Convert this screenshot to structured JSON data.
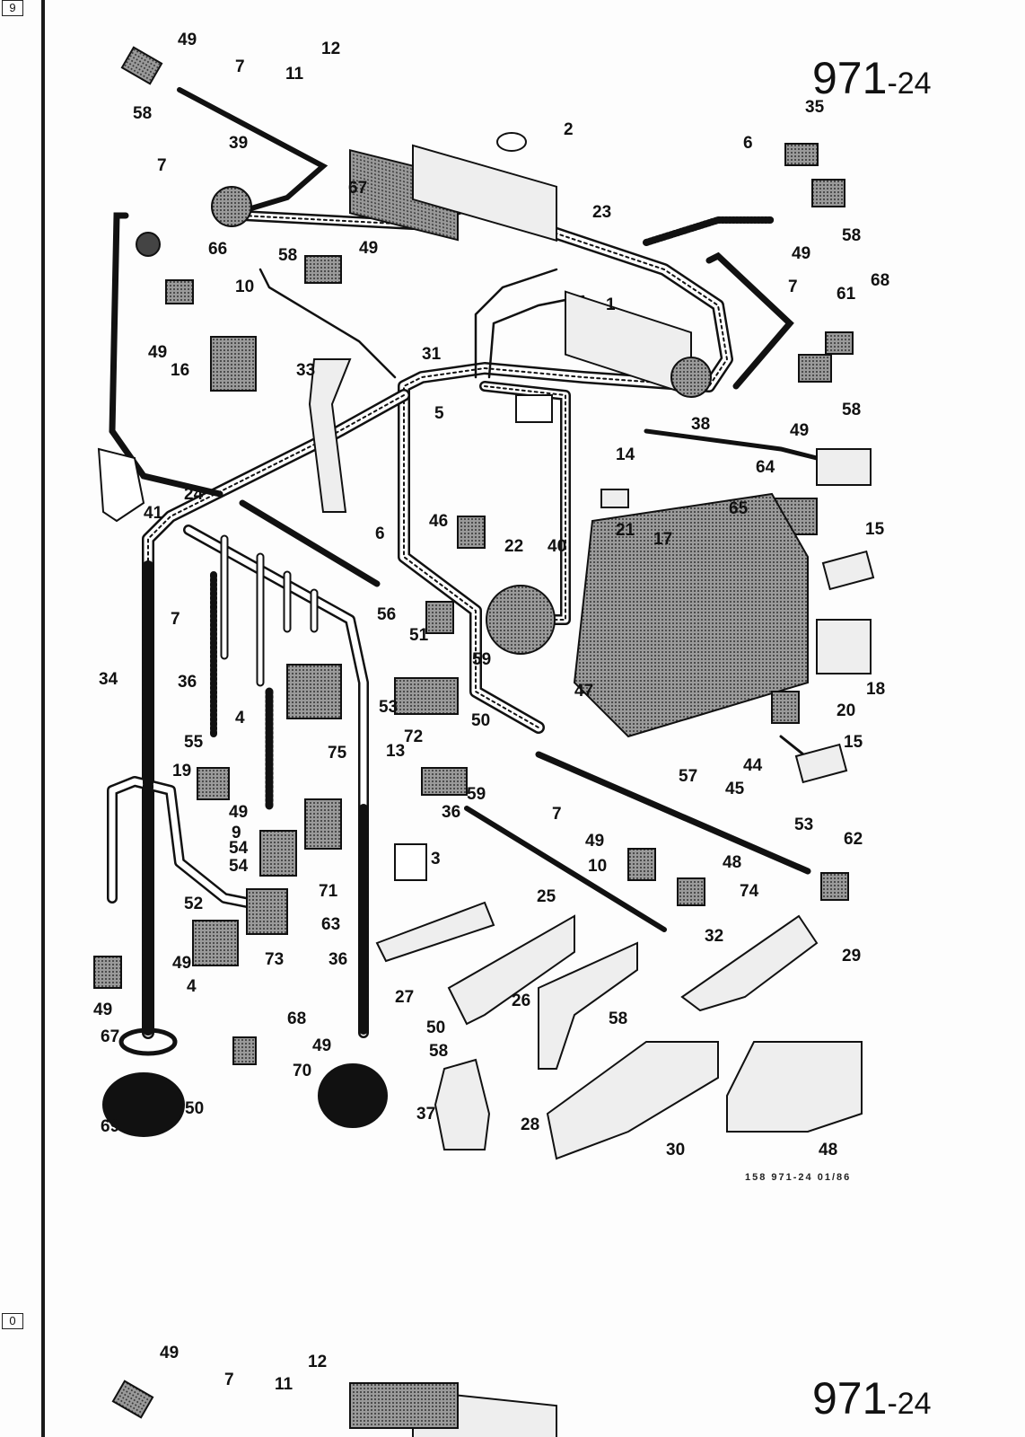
{
  "page": {
    "plate_number_main": "971",
    "plate_number_suffix": "-24",
    "next_plate_number_main": "971",
    "next_plate_number_suffix": "-24",
    "footer_code": "158 971-24 01/86",
    "page_marker_top": "9",
    "page_marker_bottom": "0"
  },
  "callouts": [
    "58",
    "49",
    "7",
    "12",
    "11",
    "67",
    "2",
    "35",
    "6",
    "39",
    "7",
    "23",
    "58",
    "66",
    "10",
    "58",
    "49",
    "49",
    "7",
    "61",
    "68",
    "49",
    "1",
    "16",
    "33",
    "31",
    "38",
    "58",
    "49",
    "5",
    "14",
    "64",
    "24",
    "41",
    "46",
    "22",
    "65",
    "6",
    "40",
    "21",
    "17",
    "15",
    "56",
    "51",
    "7",
    "59",
    "18",
    "34",
    "36",
    "4",
    "53",
    "72",
    "50",
    "13",
    "47",
    "20",
    "55",
    "19",
    "75",
    "57",
    "45",
    "44",
    "15",
    "54",
    "49",
    "7",
    "9",
    "59",
    "36",
    "53",
    "62",
    "3",
    "54",
    "71",
    "49",
    "48",
    "10",
    "74",
    "52",
    "63",
    "25",
    "32",
    "29",
    "49",
    "73",
    "36",
    "4",
    "27",
    "26",
    "58",
    "49",
    "68",
    "49",
    "50",
    "58",
    "70",
    "37",
    "28",
    "30",
    "48",
    "67",
    "50",
    "69"
  ],
  "next_page_callouts": [
    "49",
    "7",
    "12",
    "11"
  ],
  "colors": {
    "ink": "#111111",
    "hatch_fill": "#6a6a6a",
    "paper": "#fdfdfd"
  }
}
